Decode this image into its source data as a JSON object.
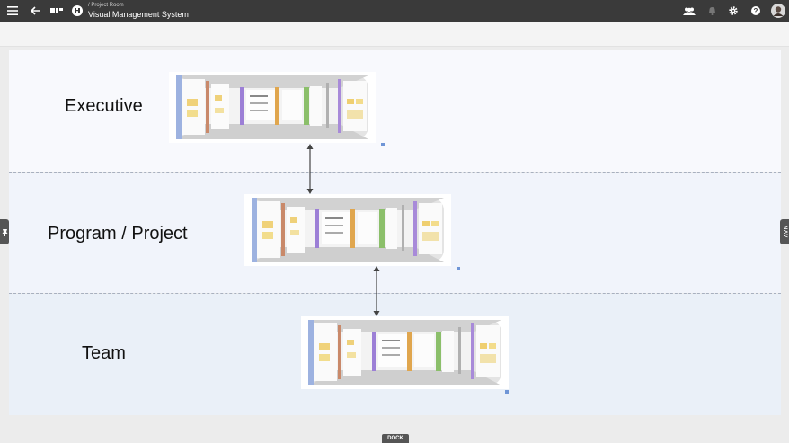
{
  "header": {
    "breadcrumb": "/ Project Room",
    "title": "Visual Management System"
  },
  "levels": [
    {
      "label": "Executive"
    },
    {
      "label": "Program / Project"
    },
    {
      "label": "Team"
    }
  ],
  "side_tabs": {
    "left_icon": "pin-icon",
    "right_label": "NAV"
  },
  "dock": {
    "label": "DOCK"
  },
  "icons": {
    "menu": "menu-icon",
    "back": "back-arrow-icon",
    "logo": "app-logo",
    "room": "room-icon",
    "team": "people-icon",
    "notifications": "bell-icon",
    "settings": "gear-icon",
    "help": "help-icon",
    "avatar": "avatar"
  },
  "colors": {
    "topbar": "#3a3a3a",
    "accent": "#6f95d6"
  }
}
